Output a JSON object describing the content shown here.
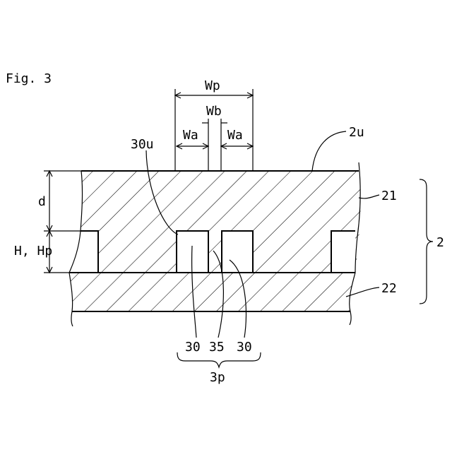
{
  "figure": {
    "label": "Fig. 3"
  },
  "dimensions": {
    "wp": "Wp",
    "wb": "Wb",
    "wa_left": "Wa",
    "wa_right": "Wa",
    "d": "d",
    "h_hp": "H, Hp"
  },
  "references": {
    "ref_2u": "2u",
    "ref_21": "21",
    "ref_2": "2",
    "ref_22": "22",
    "ref_30u": "30u",
    "ref_30_left": "30",
    "ref_35": "35",
    "ref_30_right": "30",
    "ref_3p": "3p"
  }
}
